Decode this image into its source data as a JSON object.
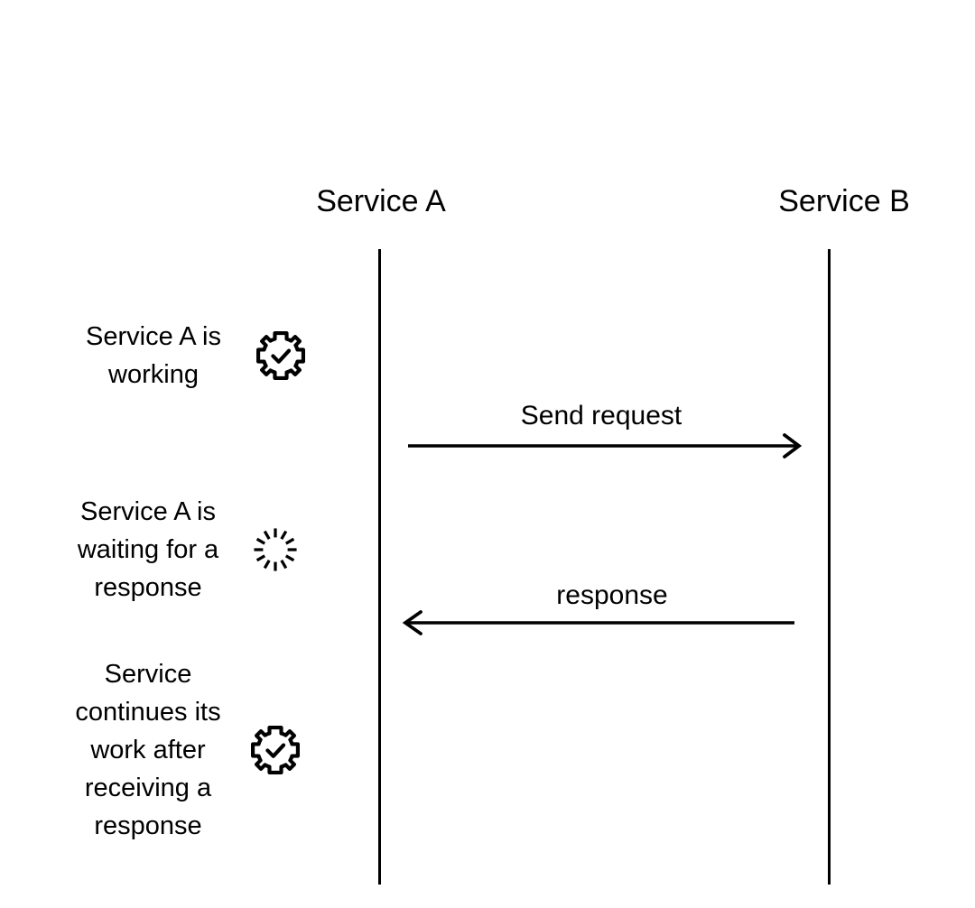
{
  "diagram": {
    "type": "sequence-diagram",
    "background_color": "#ffffff",
    "stroke_color": "#000000",
    "participants": [
      {
        "id": "service-a",
        "label": "Service A"
      },
      {
        "id": "service-b",
        "label": "Service B"
      }
    ],
    "annotations": [
      {
        "id": "annotation-working",
        "text": "Service A is working",
        "icon": "gear-check-icon"
      },
      {
        "id": "annotation-waiting",
        "text": "Service A is waiting for a response",
        "icon": "loading-spinner-icon"
      },
      {
        "id": "annotation-continues",
        "text": "Service continues its work after receiving a response",
        "icon": "gear-check-icon"
      }
    ],
    "messages": [
      {
        "id": "message-request",
        "label": "Send request",
        "direction": "right",
        "from": "service-a",
        "to": "service-b"
      },
      {
        "id": "message-response",
        "label": "response",
        "direction": "left",
        "from": "service-b",
        "to": "service-a"
      }
    ]
  }
}
